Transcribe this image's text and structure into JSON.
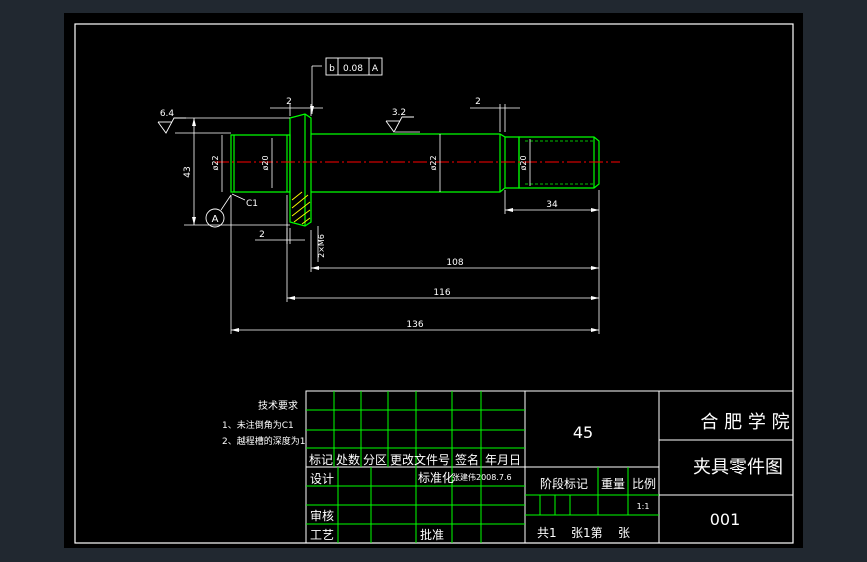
{
  "drawing": {
    "dims": {
      "d108": "108",
      "d116": "116",
      "d136": "136",
      "d34": "34",
      "d43": "43",
      "d2_top_left": "2",
      "d2_top_right": "2",
      "d2_bottom": "2",
      "dia22_left": "ø22",
      "dia20_left": "ø20",
      "dia22_mid": "ø22",
      "dia20_right": "ø20",
      "thread": "2×M6",
      "chamfer": "C1"
    },
    "roughness": {
      "left": "6.4",
      "middle": "3.2"
    },
    "tolerance": {
      "symbol": "b",
      "value": "0.08",
      "datum": "A"
    },
    "datum_label": "A"
  },
  "tech_req": {
    "title": "技术要求",
    "line1": "1、未注倒角为C1",
    "line2": "2、越程槽的深度为1"
  },
  "title_block": {
    "material": "45",
    "school": "合 肥 学 院",
    "part_name": "夹具零件图",
    "drawing_no": "001",
    "scale": "1:1",
    "hdr_mark": "标记",
    "hdr_count": "处数",
    "hdr_zone": "分区",
    "hdr_change": "更改文件号",
    "hdr_sign": "签名",
    "hdr_date": "年月日",
    "lbl_design": "设计",
    "lbl_standard": "标准化",
    "std_value": "张建伟2008.7.6",
    "lbl_stage": "阶段标记",
    "lbl_weight": "重量",
    "lbl_ratio": "比例",
    "lbl_review": "审核",
    "lbl_process": "工艺",
    "lbl_approve": "批准",
    "lbl_total": "共1",
    "lbl_sheet": "张1第",
    "lbl_zhang": "张"
  },
  "colors": {
    "background": "#000000",
    "frame": "#ffffff",
    "geometry": "#00ff00",
    "centerline": "#ff0000",
    "dimension": "#ffffff",
    "text": "#ffffff",
    "hatch": "#ffff00",
    "chrome": "#212830"
  }
}
